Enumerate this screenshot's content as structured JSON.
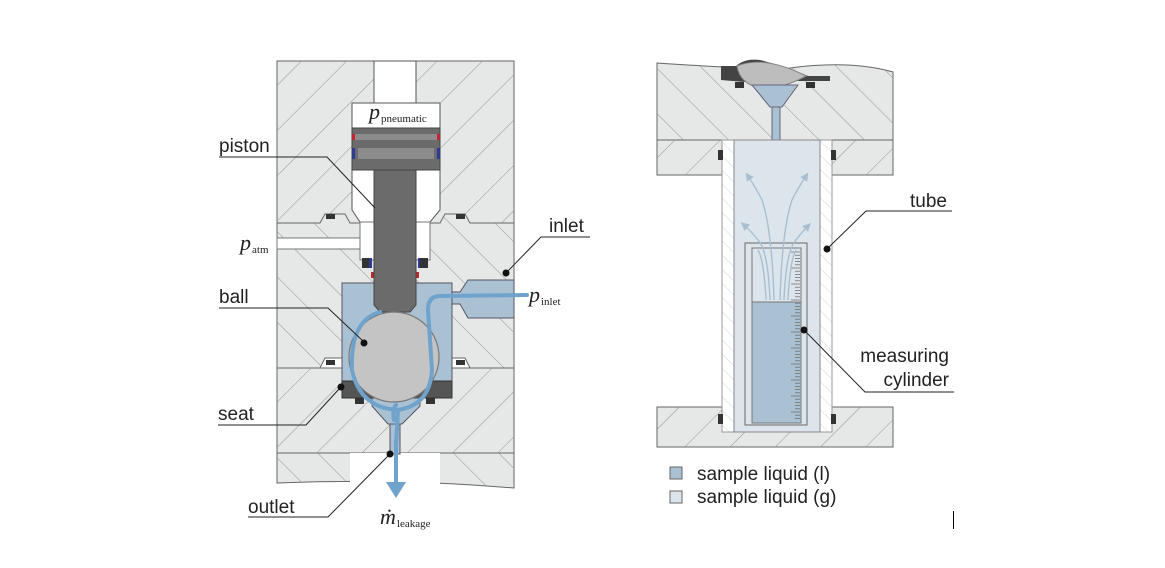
{
  "left_figure": {
    "labels": {
      "piston": "piston",
      "ball": "ball",
      "seat": "seat",
      "outlet": "outlet",
      "inlet": "inlet"
    },
    "symbols": {
      "p_pneumatic": {
        "base": "p",
        "sub": "pneumatic"
      },
      "p_atm": {
        "base": "p",
        "sub": "atm"
      },
      "p_inlet": {
        "base": "p",
        "sub": "inlet"
      },
      "m_leakage": {
        "base": "ṁ",
        "sub": "leakage"
      }
    }
  },
  "right_figure": {
    "labels": {
      "tube": "tube",
      "measuring_line1": "measuring",
      "measuring_line2": "cylinder"
    },
    "legend": [
      {
        "label": "sample liquid (l)",
        "color": "#a9c1d3"
      },
      {
        "label": "sample liquid (g)",
        "color": "#dde5ec"
      }
    ]
  },
  "colors": {
    "body": "#e6e7e7",
    "liquid": "#a9c1d3",
    "gas": "#dde5ec",
    "flow": "#6fa3cc",
    "piston": "#6b6b6b",
    "ball": "#c4c4c4",
    "seal_red": "#c0262b",
    "seal_blue": "#2c3b8f"
  }
}
